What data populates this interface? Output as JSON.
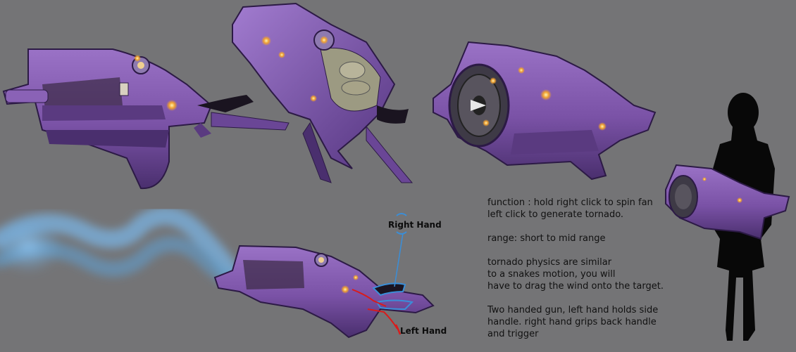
{
  "notes": {
    "function": [
      "function : hold right click to spin fan",
      "left click to generate tornado."
    ],
    "range": [
      "range: short to mid range"
    ],
    "physics": [
      "tornado physics are similar",
      "to a snakes motion, you will",
      "have to drag the wind onto the target."
    ],
    "handling": [
      "Two handed gun, left hand holds side",
      "handle. right hand grips back handle",
      "and trigger"
    ]
  },
  "callouts": {
    "right_hand": "Right Hand",
    "left_hand": "Left Hand"
  },
  "colors": {
    "background": "#747476",
    "gun_purple": "#7b54a8",
    "gun_dark": "#4a2f6e",
    "glow_orange": "#f0a030",
    "right_hand_line": "#3a8ed8",
    "left_hand_line": "#d81c1c",
    "wind": "#6aa6d8"
  }
}
